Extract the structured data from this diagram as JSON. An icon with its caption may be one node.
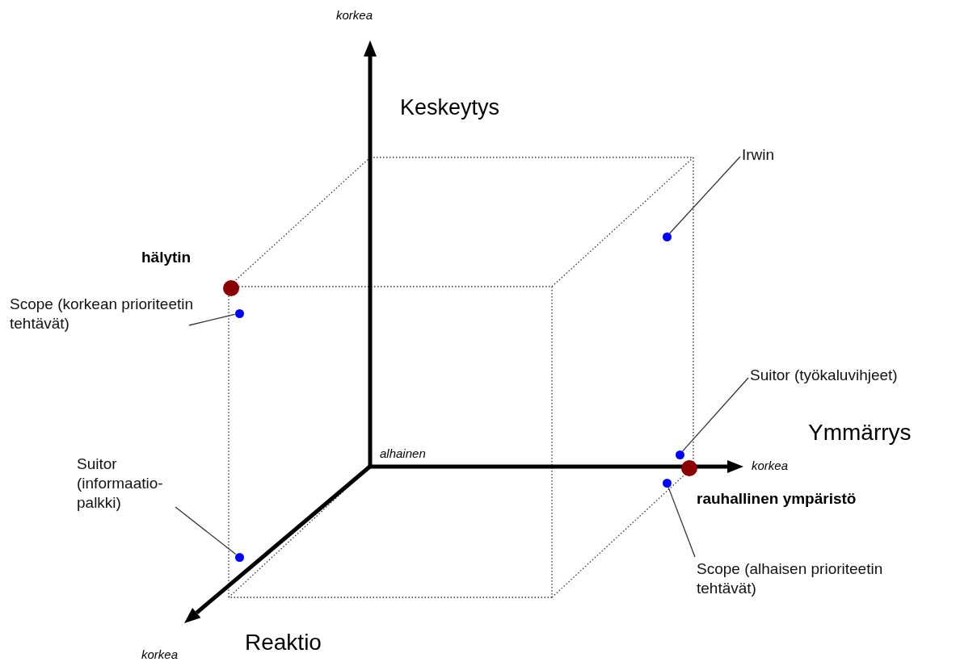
{
  "diagram": {
    "nodes": [
      {
        "text": [
          "Irwin"
        ]
      },
      {
        "text": [],
        "shape": "circle"
      },
      {
        "text": [],
        "shape": "circle",
        "beside": [
          "hälytin"
        ]
      },
      {
        "text": [
          "Scope (korkean prioriteetin tehtävät)"
        ]
      },
      {
        "text": [],
        "shape": "circle"
      },
      {
        "text": [
          "Suitor (työkaluvihjeet)"
        ]
      },
      {
        "text": [],
        "shape": "circle"
      },
      {
        "text": [],
        "shape": "circle",
        "beside": [
          "rauhallinen ympäristö"
        ]
      },
      {
        "text": [],
        "shape": "circle"
      },
      {
        "text": [
          "Suitor (informaatio- palkki)"
        ]
      },
      {
        "text": [],
        "shape": "circle"
      },
      {
        "text": [
          "Scope (alhaisen prioriteetin tehtävät)"
        ]
      }
    ],
    "edges": [
      {
        "from": 0,
        "to": 1,
        "arrow": "none"
      },
      {
        "from": 3,
        "to": 4,
        "arrow": "none"
      },
      {
        "from": 5,
        "to": 6,
        "arrow": "none"
      },
      {
        "from": 11,
        "to": 8,
        "arrow": "none"
      },
      {
        "from": 9,
        "to": 10,
        "arrow": "none"
      }
    ],
    "labels": [
      "korkea",
      "Keskeytys",
      "alhainen",
      "Ymmärrys",
      "korkea",
      "Reaktio",
      "korkea"
    ]
  }
}
